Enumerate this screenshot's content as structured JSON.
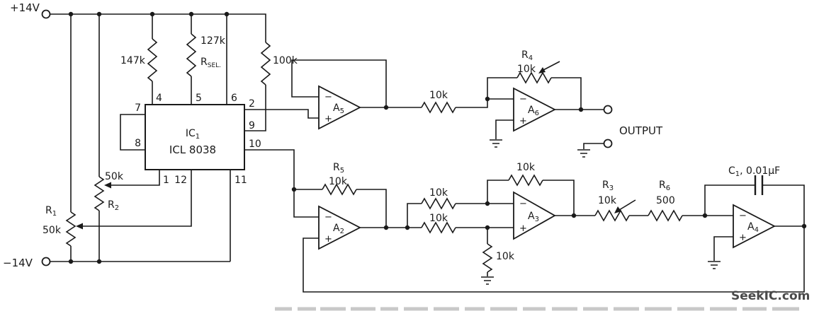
{
  "colors": {
    "ink": "#1a1a1a",
    "background": "#ffffff",
    "watermark": "#4a4a4a"
  },
  "power": {
    "vplus": "+14V",
    "vminus": "−14V"
  },
  "signs": {
    "minus": "−",
    "plus": "+"
  },
  "ic": {
    "name": {
      "pre": "IC",
      "sub": "1"
    },
    "part": "ICL 8038",
    "pins": {
      "top": [
        "4",
        "5",
        "6"
      ],
      "left": [
        "7",
        "8"
      ],
      "right": [
        "2",
        "9",
        "10"
      ],
      "bottom": [
        "1",
        "12",
        "11"
      ]
    }
  },
  "opamps": {
    "a5": {
      "pre": "A",
      "sub": "5"
    },
    "a6": {
      "pre": "A",
      "sub": "6"
    },
    "a2": {
      "pre": "A",
      "sub": "2"
    },
    "a3": {
      "pre": "A",
      "sub": "3"
    },
    "a4": {
      "pre": "A",
      "sub": "4"
    }
  },
  "resistors": {
    "r147k": "147k",
    "rsel_value": "127k",
    "rsel_name": {
      "pre": "R",
      "sub": "SEL."
    },
    "r100k": "100k",
    "r1": {
      "pre": "R",
      "sub": "1",
      "value": "50k"
    },
    "r2": {
      "pre": "R",
      "sub": "2",
      "value": "50k"
    },
    "r3": {
      "pre": "R",
      "sub": "3",
      "value": "10k"
    },
    "r4": {
      "pre": "R",
      "sub": "4",
      "value": "10k"
    },
    "r5": {
      "pre": "R",
      "sub": "5",
      "value": "10k"
    },
    "r6": {
      "pre": "R",
      "sub": "6",
      "value": "500"
    },
    "series_10k": "10k",
    "a3_input_top": "10k",
    "a3_input_bottom": "10k",
    "a3_feedback": "10k",
    "a3_ground": "10k"
  },
  "capacitor": {
    "pre": "C",
    "sub": "1",
    "post": ", 0.01µF"
  },
  "output_label": "OUTPUT",
  "watermark": "SeekIC.com"
}
